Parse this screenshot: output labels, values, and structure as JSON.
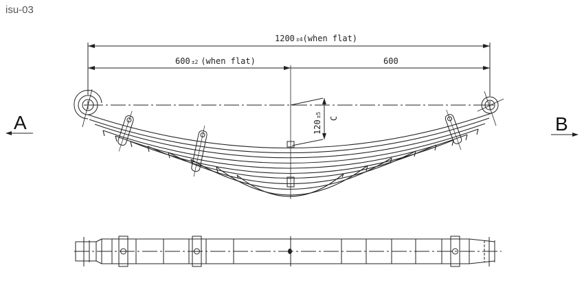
{
  "title": "isu-03",
  "drawing": {
    "subject": "leaf spring",
    "dimensions": {
      "overall_length": "1200",
      "overall_tolerance": "±4",
      "overall_note": "(when flat)",
      "left_half": "600",
      "left_half_tolerance": "±2",
      "left_half_note": "(when flat)",
      "right_half": "600",
      "camber": "120",
      "camber_tolerance": "±5",
      "camber_label": "C"
    },
    "view_labels": {
      "left": "A",
      "right": "B"
    },
    "colors": {
      "line": "#222222",
      "background": "#ffffff"
    }
  }
}
